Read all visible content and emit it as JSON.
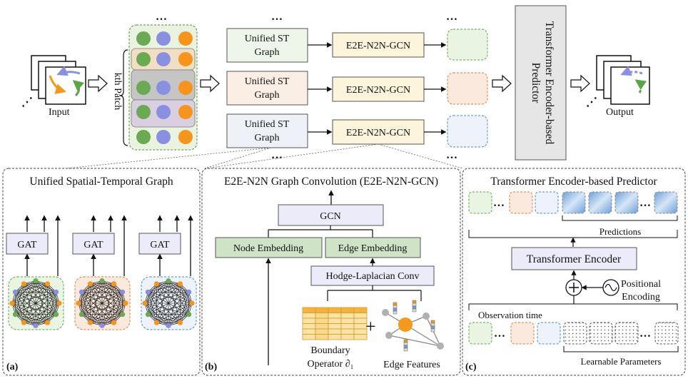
{
  "top": {
    "input_label": "Input",
    "output_label": "Output",
    "kth_patch": "kth Patch",
    "st_graph_line1": "Unified ST",
    "st_graph_line2": "Graph",
    "gcn_label": "E2E-N2N-GCN",
    "predictor_line1": "Transformer Encoder-based",
    "predictor_line2": "Predictor"
  },
  "panel_a": {
    "title": "Unified Spatial-Temporal Graph",
    "gat": "GAT",
    "tag": "(a)"
  },
  "panel_b": {
    "title": "E2E-N2N Graph Convolution (E2E-N2N-GCN)",
    "gcn": "GCN",
    "node_embedding": "Node Embedding",
    "edge_embedding": "Edge Embedding",
    "hodge": "Hodge-Laplacian Conv",
    "boundary_line1": "Boundary",
    "boundary_line2": "Operator ∂₁",
    "edge_features": "Edge Features",
    "tag": "(b)"
  },
  "panel_c": {
    "title": "Transformer Encoder-based Predictor",
    "predictions": "Predictions",
    "transformer_encoder": "Transformer Encoder",
    "positional_line1": "Positional",
    "positional_line2": "Encoding",
    "observation_time": "Observation time",
    "learnable_parameters": "Learnable Parameters",
    "tag": "(c)"
  },
  "colors": {
    "green": "#6aaa52",
    "blue": "#8a90e0",
    "orange": "#f7941d",
    "gat_fill": "#ecebfa",
    "embedding_fill": "#cfe3c6"
  }
}
